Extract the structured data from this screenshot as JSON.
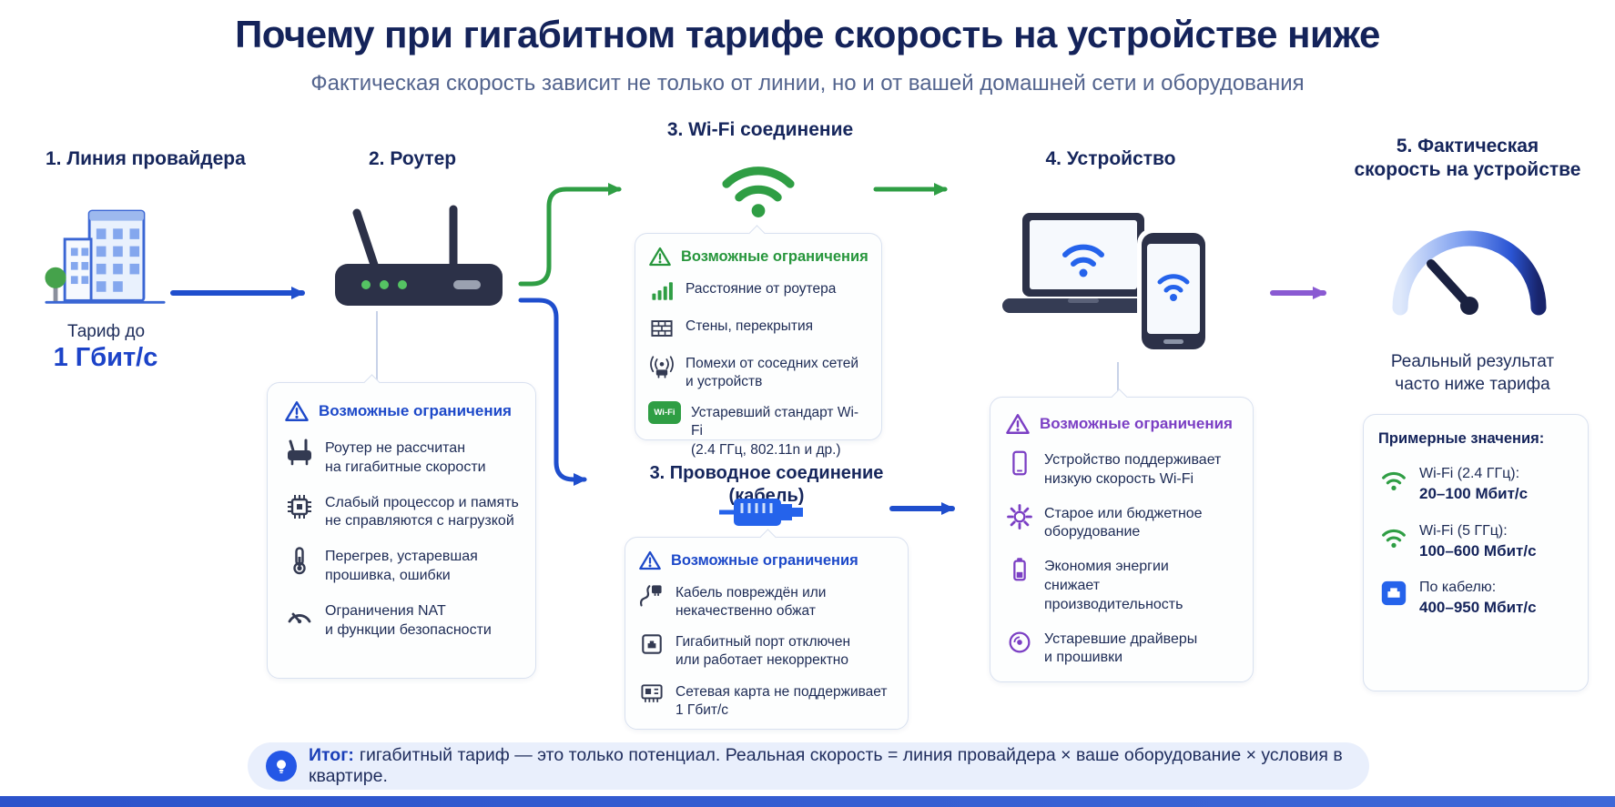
{
  "page": {
    "title": "Почему при гигабитном тарифе скорость на устройстве ниже",
    "subtitle": "Фактическая скорость зависит не только от линии, но и от вашей домашней сети и оборудования"
  },
  "provider": {
    "label": "1. Линия провайдера",
    "tariff_caption": "Тариф до",
    "tariff_value": "1 Гбит/с"
  },
  "router": {
    "label": "2. Роутер",
    "limits_title": "Возможные ограничения",
    "items": [
      "Роутер не рассчитан\nна гигабитные скорости",
      "Слабый процессор и память\nне справляются с нагрузкой",
      "Перегрев, устаревшая\nпрошивка, ошибки",
      "Ограничения NAT\nи функции безопасности"
    ]
  },
  "wifi": {
    "label": "3. Wi-Fi соединение",
    "limits_title": "Возможные ограничения",
    "badge": "Wi-Fi",
    "items": [
      "Расстояние от роутера",
      "Стены, перекрытия",
      "Помехи от соседних сетей\nи устройств",
      "Устаревший стандарт Wi-Fi\n(2.4 ГГц, 802.11n и др.)"
    ]
  },
  "cable": {
    "label": "3. Проводное соединение (кабель)",
    "limits_title": "Возможные ограничения",
    "items": [
      "Кабель повреждён или\nнекачественно обжат",
      "Гигабитный порт отключен\nили работает некорректно",
      "Сетевая карта не поддерживает\n1 Гбит/с"
    ]
  },
  "device": {
    "label": "4. Устройство",
    "limits_title": "Возможные ограничения",
    "items": [
      "Устройство поддерживает\nнизкую скорость Wi-Fi",
      "Старое или бюджетное\nоборудование",
      "Экономия энергии\nснижает производительность",
      "Устаревшие драйверы\nи прошивки"
    ]
  },
  "result": {
    "label": "5. Фактическая\nскорость на устройстве",
    "caption": "Реальный результат\nчасто ниже тарифа",
    "values_title": "Примерные значения:",
    "values": [
      {
        "name": "Wi-Fi (2.4 ГГц):",
        "range": "20–100 Мбит/с"
      },
      {
        "name": "Wi-Fi (5 ГГц):",
        "range": "100–600 Мбит/с"
      },
      {
        "name": "По кабелю:",
        "range": "400–950 Мбит/с"
      }
    ]
  },
  "footer": {
    "lead": "Итог:",
    "text": "гигабитный тариф — это только потенциал. Реальная скорость = линия провайдера × ваше оборудование × условия в квартире."
  },
  "colors": {
    "navy": "#14235a",
    "blue": "#1f4ecd",
    "green": "#2f9e44",
    "purple": "#8a5ad2"
  }
}
